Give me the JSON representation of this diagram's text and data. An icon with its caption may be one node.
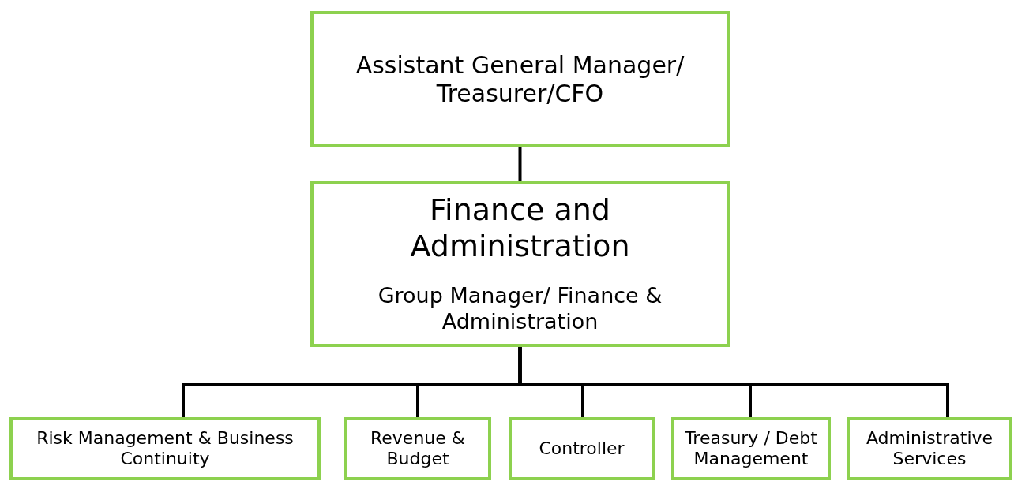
{
  "diagram": {
    "nodes": [
      {
        "text": [
          "Assistant General Manager/ Treasurer/CFO"
        ]
      },
      {
        "text": [
          "Finance and Administration",
          "Group Manager/ Finance & Administration"
        ]
      },
      {
        "text": [
          "Risk Management & Business Continuity"
        ]
      },
      {
        "text": [
          "Revenue & Budget"
        ]
      },
      {
        "text": [
          "Controller"
        ]
      },
      {
        "text": [
          "Treasury / Debt Management"
        ]
      },
      {
        "text": [
          "Administrative Services"
        ]
      }
    ],
    "edges": [
      {
        "from": 0,
        "to": 1,
        "arrow": "none"
      },
      {
        "from": 1,
        "to": 2,
        "arrow": "none"
      },
      {
        "from": 1,
        "to": 3,
        "arrow": "none"
      },
      {
        "from": 1,
        "to": 4,
        "arrow": "none"
      },
      {
        "from": 1,
        "to": 5,
        "arrow": "none"
      },
      {
        "from": 1,
        "to": 6,
        "arrow": "none"
      }
    ]
  }
}
